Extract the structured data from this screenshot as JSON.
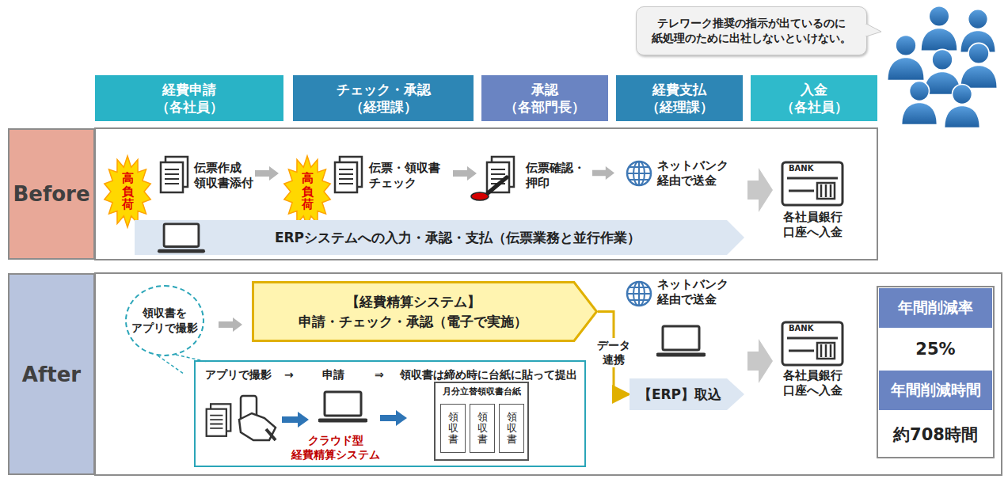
{
  "diagram": {
    "nodes": [
      {
        "text": [
          "テレワーク推奨の指示が出ているのに 紙処理のために出社しないといけない。"
        ]
      },
      {
        "text": [
          "経費申請 （各社員）"
        ]
      },
      {
        "text": [
          "チェック・承認 （経理課）"
        ]
      },
      {
        "text": [
          "承認 （各部門長）"
        ]
      },
      {
        "text": [
          "経費支払 （経理課）"
        ]
      },
      {
        "text": [
          "入金 （各社員）"
        ]
      },
      {
        "text": [
          "Before"
        ]
      },
      {
        "text": [
          "高負荷"
        ]
      },
      {
        "text": [
          "高負荷"
        ]
      },
      {
        "text": [
          "ERPシステムへの入力・承認・支払（伝票業務と並行作業）"
        ]
      },
      {
        "text": [
          "After"
        ]
      },
      {
        "text": [
          "領収書を アプリで撮影"
        ]
      },
      {
        "text": [
          "【経費精算システム】",
          "申請・チェック・承認（電子で実施）"
        ]
      },
      {
        "text": [
          "アプリで撮影",
          "→",
          "申請",
          "⇒",
          "領収書は締め時に台紙に貼って提出",
          "クラウド型 経費精算システム"
        ]
      },
      {
        "text": [
          "月分立替領収書台紙"
        ],
        "in": 13
      },
      {
        "text": [
          "領収書"
        ],
        "in": 14
      },
      {
        "text": [
          "領収書"
        ],
        "in": 14
      },
      {
        "text": [
          "領収書"
        ],
        "in": 14
      },
      {
        "text": [
          "【ERP】取込"
        ]
      },
      {
        "text": [
          "年間削減率"
        ]
      },
      {
        "text": [
          "25%"
        ]
      },
      {
        "text": [
          "年間削減時間"
        ]
      },
      {
        "text": [
          "約708時間"
        ]
      }
    ],
    "edges": [
      {
        "from": 12,
        "to": 18,
        "arrow": "to",
        "label": "データ 連携"
      }
    ],
    "labels": [
      "伝票作成 領収書添付",
      "伝票・領収書 チェック",
      "伝票確認・ 押印",
      "ネットバンク 経由で送金",
      "BANK",
      "各社員銀行 口座へ入金",
      "ネットバンク 経由で送金",
      "BANK",
      "各社員銀行 口座へ入金"
    ]
  }
}
